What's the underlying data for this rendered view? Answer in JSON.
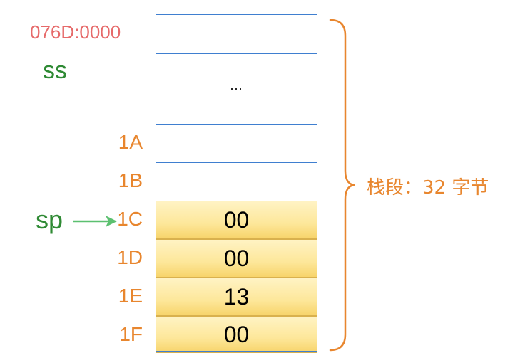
{
  "segment_address": "076D:0000",
  "ss_label": "ss",
  "sp_label": "sp",
  "ellipsis": "...",
  "offsets": [
    "1A",
    "1B",
    "1C",
    "1D",
    "1E",
    "1F"
  ],
  "cells": [
    {
      "offset": "1C",
      "value": "00"
    },
    {
      "offset": "1D",
      "value": "00"
    },
    {
      "offset": "1E",
      "value": "13"
    },
    {
      "offset": "1F",
      "value": "00"
    }
  ],
  "brace_label": "栈段：32 字节",
  "colors": {
    "grid": "#3f7fd0",
    "offset_text": "#e8862e",
    "segment_text": "#e66a6a",
    "register_text": "#2f8a34",
    "arrow": "#5cc070",
    "brace": "#e8862e",
    "cell_fill": "#fde79a"
  }
}
